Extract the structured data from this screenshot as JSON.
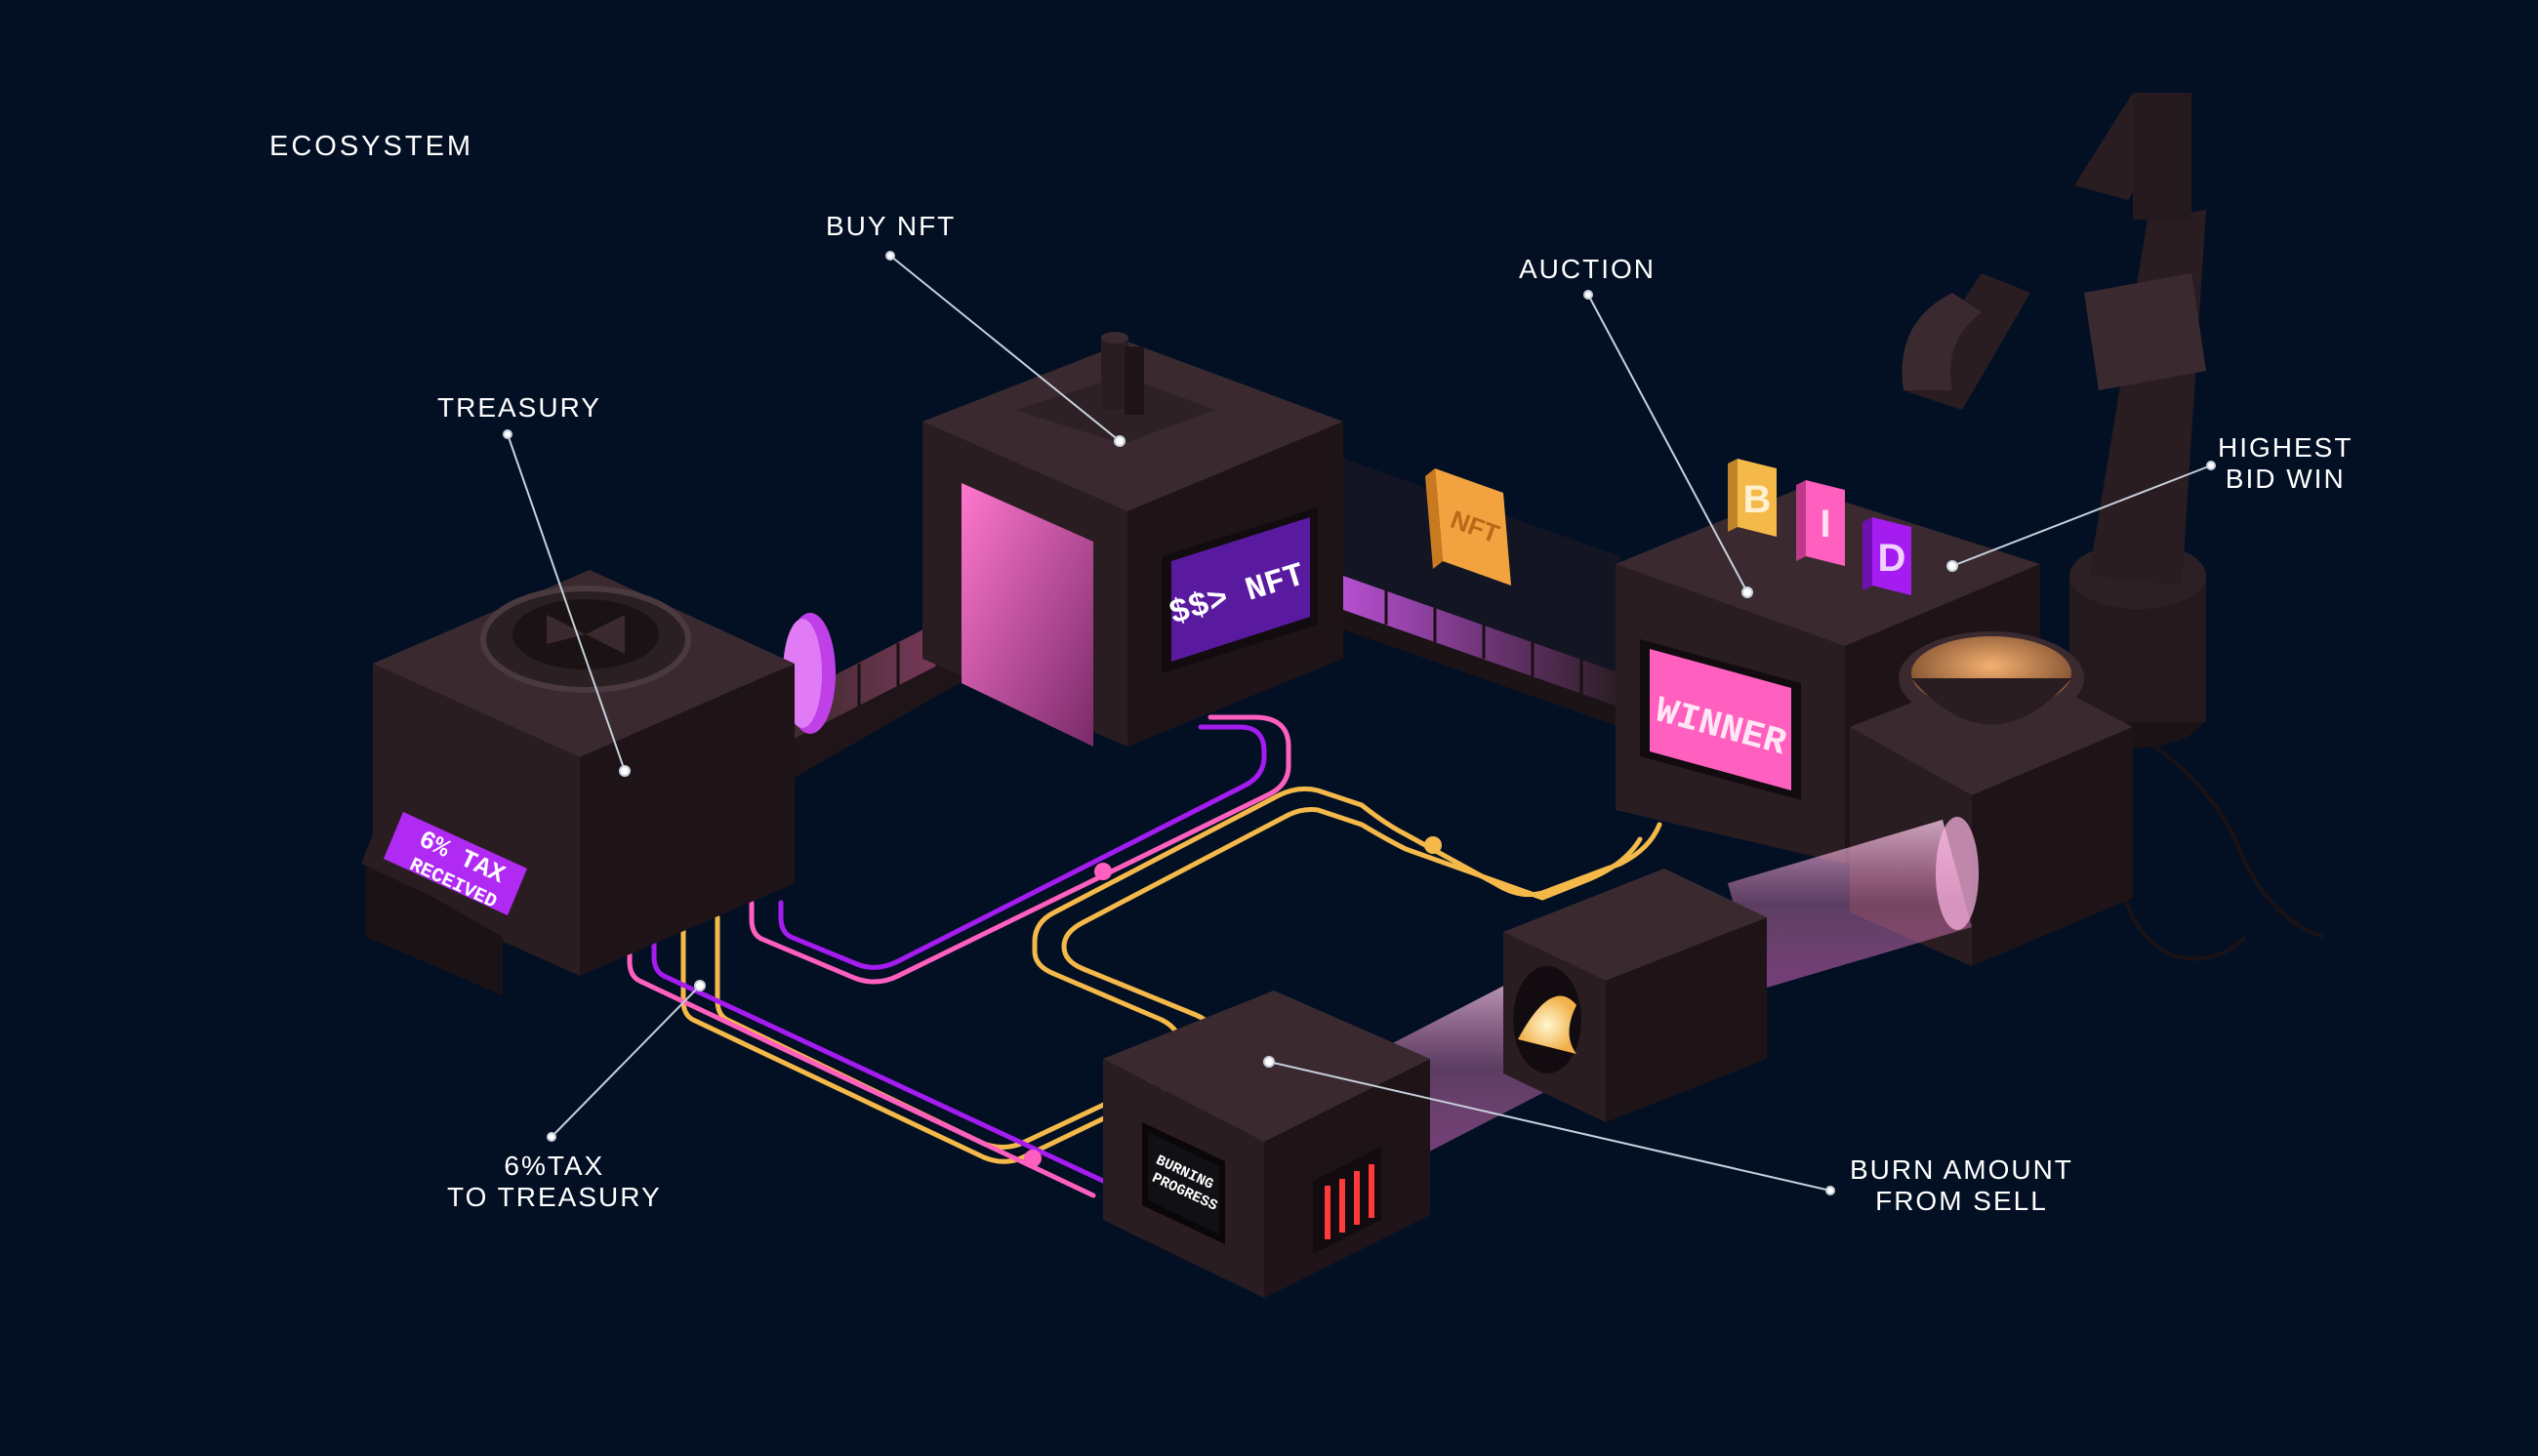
{
  "title": "ECOSYSTEM",
  "labels": {
    "treasury": "TREASURY",
    "buy_nft": "BUY NFT",
    "auction": "AUCTION",
    "highest_bid_line1": "HIGHEST",
    "highest_bid_line2": "BID WIN",
    "tax_line1": "6%TAX",
    "tax_line2": "TO TREASURY",
    "burn_line1": "BURN AMOUNT",
    "burn_line2": "FROM SELL"
  },
  "screens": {
    "tax_line1": "6% TAX",
    "tax_line2": "RECEIVED",
    "nft": "$$> NFT",
    "winner": "WINNER",
    "burning_line1": "BURNING",
    "burning_line2": "PROGRESS",
    "nft_ticket": "NFT",
    "bid_letters": [
      "B",
      "I",
      "D"
    ]
  },
  "colors": {
    "background": "#031024",
    "box_top": "#3a2a30",
    "box_left": "#2a1d22",
    "box_right": "#1e1418",
    "pink": "#ff5fbe",
    "purple": "#a51cf0",
    "yellow": "#f5b94a",
    "orange": "#ff9c3a"
  }
}
